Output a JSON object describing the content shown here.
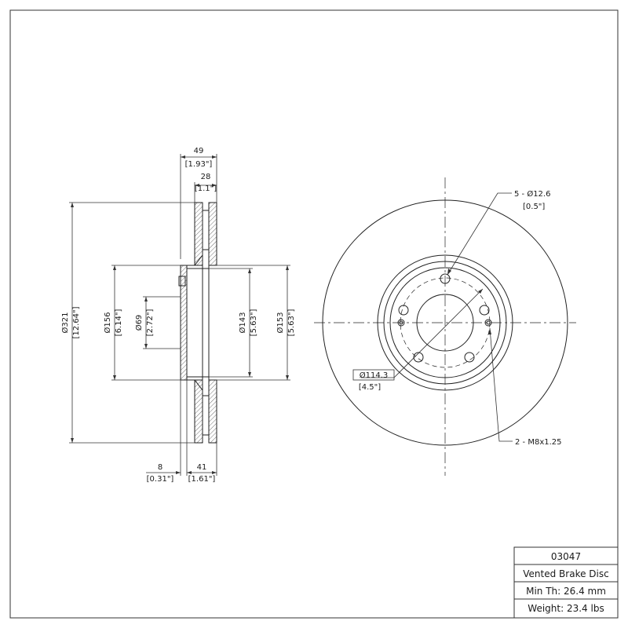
{
  "side_view": {
    "overall_width": {
      "mm": "49",
      "in": "[1.93\"]"
    },
    "rotor_thickness": {
      "mm": "28",
      "in": "[1.1\"]"
    },
    "outer_diameter": {
      "mm": "Ø321",
      "in": "[12.64\"]"
    },
    "hat_diameter": {
      "mm": "Ø156",
      "in": "[6.14\"]"
    },
    "center_bore": {
      "mm": "Ø69",
      "in": "[2.72\"]"
    },
    "inner_diameter_a": {
      "mm": "Ø143",
      "in": "[5.63\"]"
    },
    "inner_diameter_b": {
      "mm": "Ø153",
      "in": "[5.63\"]"
    },
    "hat_thickness": {
      "mm": "8",
      "in": "[0.31\"]"
    },
    "hat_height": {
      "mm": "41",
      "in": "[1.61\"]"
    }
  },
  "front_view": {
    "bolt_holes": {
      "label": "5 - Ø12.6",
      "in": "[0.5\"]"
    },
    "bolt_circle": {
      "mm": "Ø114.3",
      "in": "[4.5\"]"
    },
    "threaded_holes": {
      "label": "2 - M8x1.25"
    }
  },
  "title_block": {
    "part_number": "03047",
    "description": "Vented Brake Disc",
    "min_thickness": "Min Th: 26.4 mm",
    "weight": "Weight: 23.4 lbs"
  }
}
